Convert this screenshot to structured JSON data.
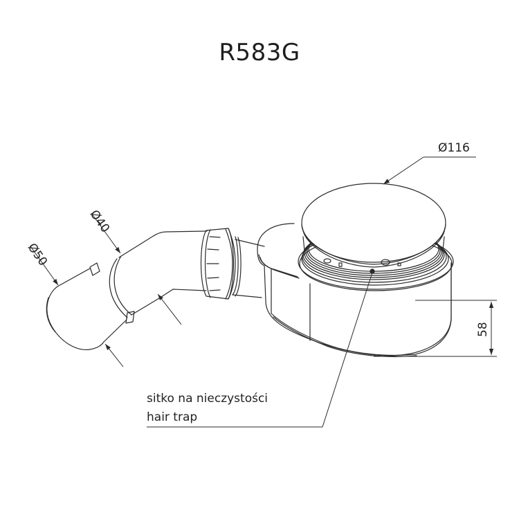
{
  "title": "R583G",
  "dimensions": {
    "drain_diameter": "Ø116",
    "height": "58",
    "outlet_inner_diameter": "Ø40",
    "outlet_outer_diameter": "Ø50"
  },
  "callout": {
    "line1": "sitko na nieczystości",
    "line2": "hair trap"
  },
  "colors": {
    "line": "#2a2a2a",
    "background": "#ffffff"
  }
}
